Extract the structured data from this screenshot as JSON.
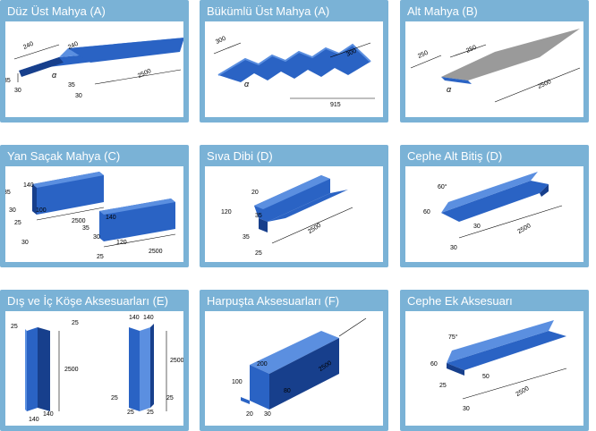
{
  "colors": {
    "header": "#7ab2d6",
    "metal": "#2a63c4",
    "metal_dark": "#173f8c",
    "metal_light": "#5b8fe0",
    "sheet_gray": "#9a9a9a"
  },
  "cards": [
    {
      "title": "Düz Üst Mahya (A)",
      "dims": {
        "a": "240",
        "b": "240",
        "c": "35",
        "d": "30",
        "e": "35",
        "f": "30",
        "g": "2500",
        "alpha": "α"
      }
    },
    {
      "title": "Bükümlü Üst Mahya (A)",
      "dims": {
        "a": "300",
        "b": "300",
        "c": "915",
        "alpha": "α"
      }
    },
    {
      "title": "Alt Mahya (B)",
      "dims": {
        "a": "250",
        "b": "250",
        "c": "2500",
        "alpha": "α"
      }
    },
    {
      "title": "Yan Saçak Mahya (C)",
      "dims": {
        "a": "35",
        "b": "140",
        "c": "30",
        "d": "100",
        "e": "25",
        "f": "2500",
        "g": "30",
        "h": "35",
        "i": "140",
        "j": "30",
        "k": "120",
        "l": "2500",
        "m": "25"
      }
    },
    {
      "title": "Sıva Dibi (D)",
      "dims": {
        "a": "20",
        "b": "120",
        "c": "35",
        "d": "35",
        "e": "2500",
        "f": "25"
      }
    },
    {
      "title": "Cephe Alt Bitiş (D)",
      "dims": {
        "a": "60°",
        "b": "60",
        "c": "30",
        "d": "2500",
        "e": "30"
      }
    },
    {
      "title": "Dış ve İç Köşe Aksesuarları (E)",
      "dims": {
        "a": "25",
        "b": "25",
        "c": "2500",
        "d": "140",
        "e": "140",
        "f": "140",
        "g": "140",
        "h": "2500",
        "i": "25",
        "j": "25",
        "k": "25",
        "l": "25"
      }
    },
    {
      "title": "Harpuşta Aksesuarları (F)",
      "dims": {
        "a": "100",
        "b": "200",
        "c": "2500",
        "d": "80",
        "e": "20",
        "f": "30"
      }
    },
    {
      "title": "Cephe Ek Aksesuarı",
      "dims": {
        "a": "75°",
        "b": "60",
        "c": "25",
        "d": "50",
        "e": "2500",
        "f": "30"
      }
    }
  ]
}
